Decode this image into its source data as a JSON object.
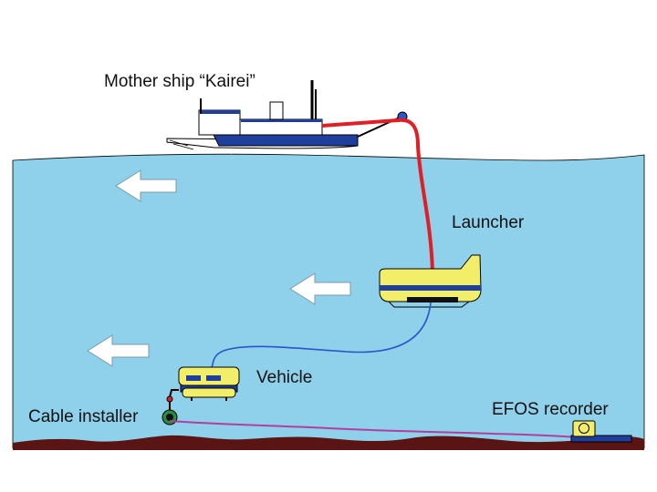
{
  "labels": {
    "mother_ship": "Mother ship “Kairei”",
    "launcher": "Launcher",
    "vehicle": "Vehicle",
    "cable_installer": "Cable installer",
    "efos_recorder": "EFOS recorder"
  },
  "colors": {
    "sea": "#8fd0ea",
    "seabed": "#5a1414",
    "tether": "#e01e26",
    "vehicle_cable": "#2b55c8",
    "fiber_cable": "#b040a0",
    "yellow_body": "#f3ee6a",
    "blue_stripe": "#1f3f9c",
    "arrow_fill": "#ffffff"
  },
  "icons": {
    "direction_arrow": "left-arrow-icon"
  }
}
